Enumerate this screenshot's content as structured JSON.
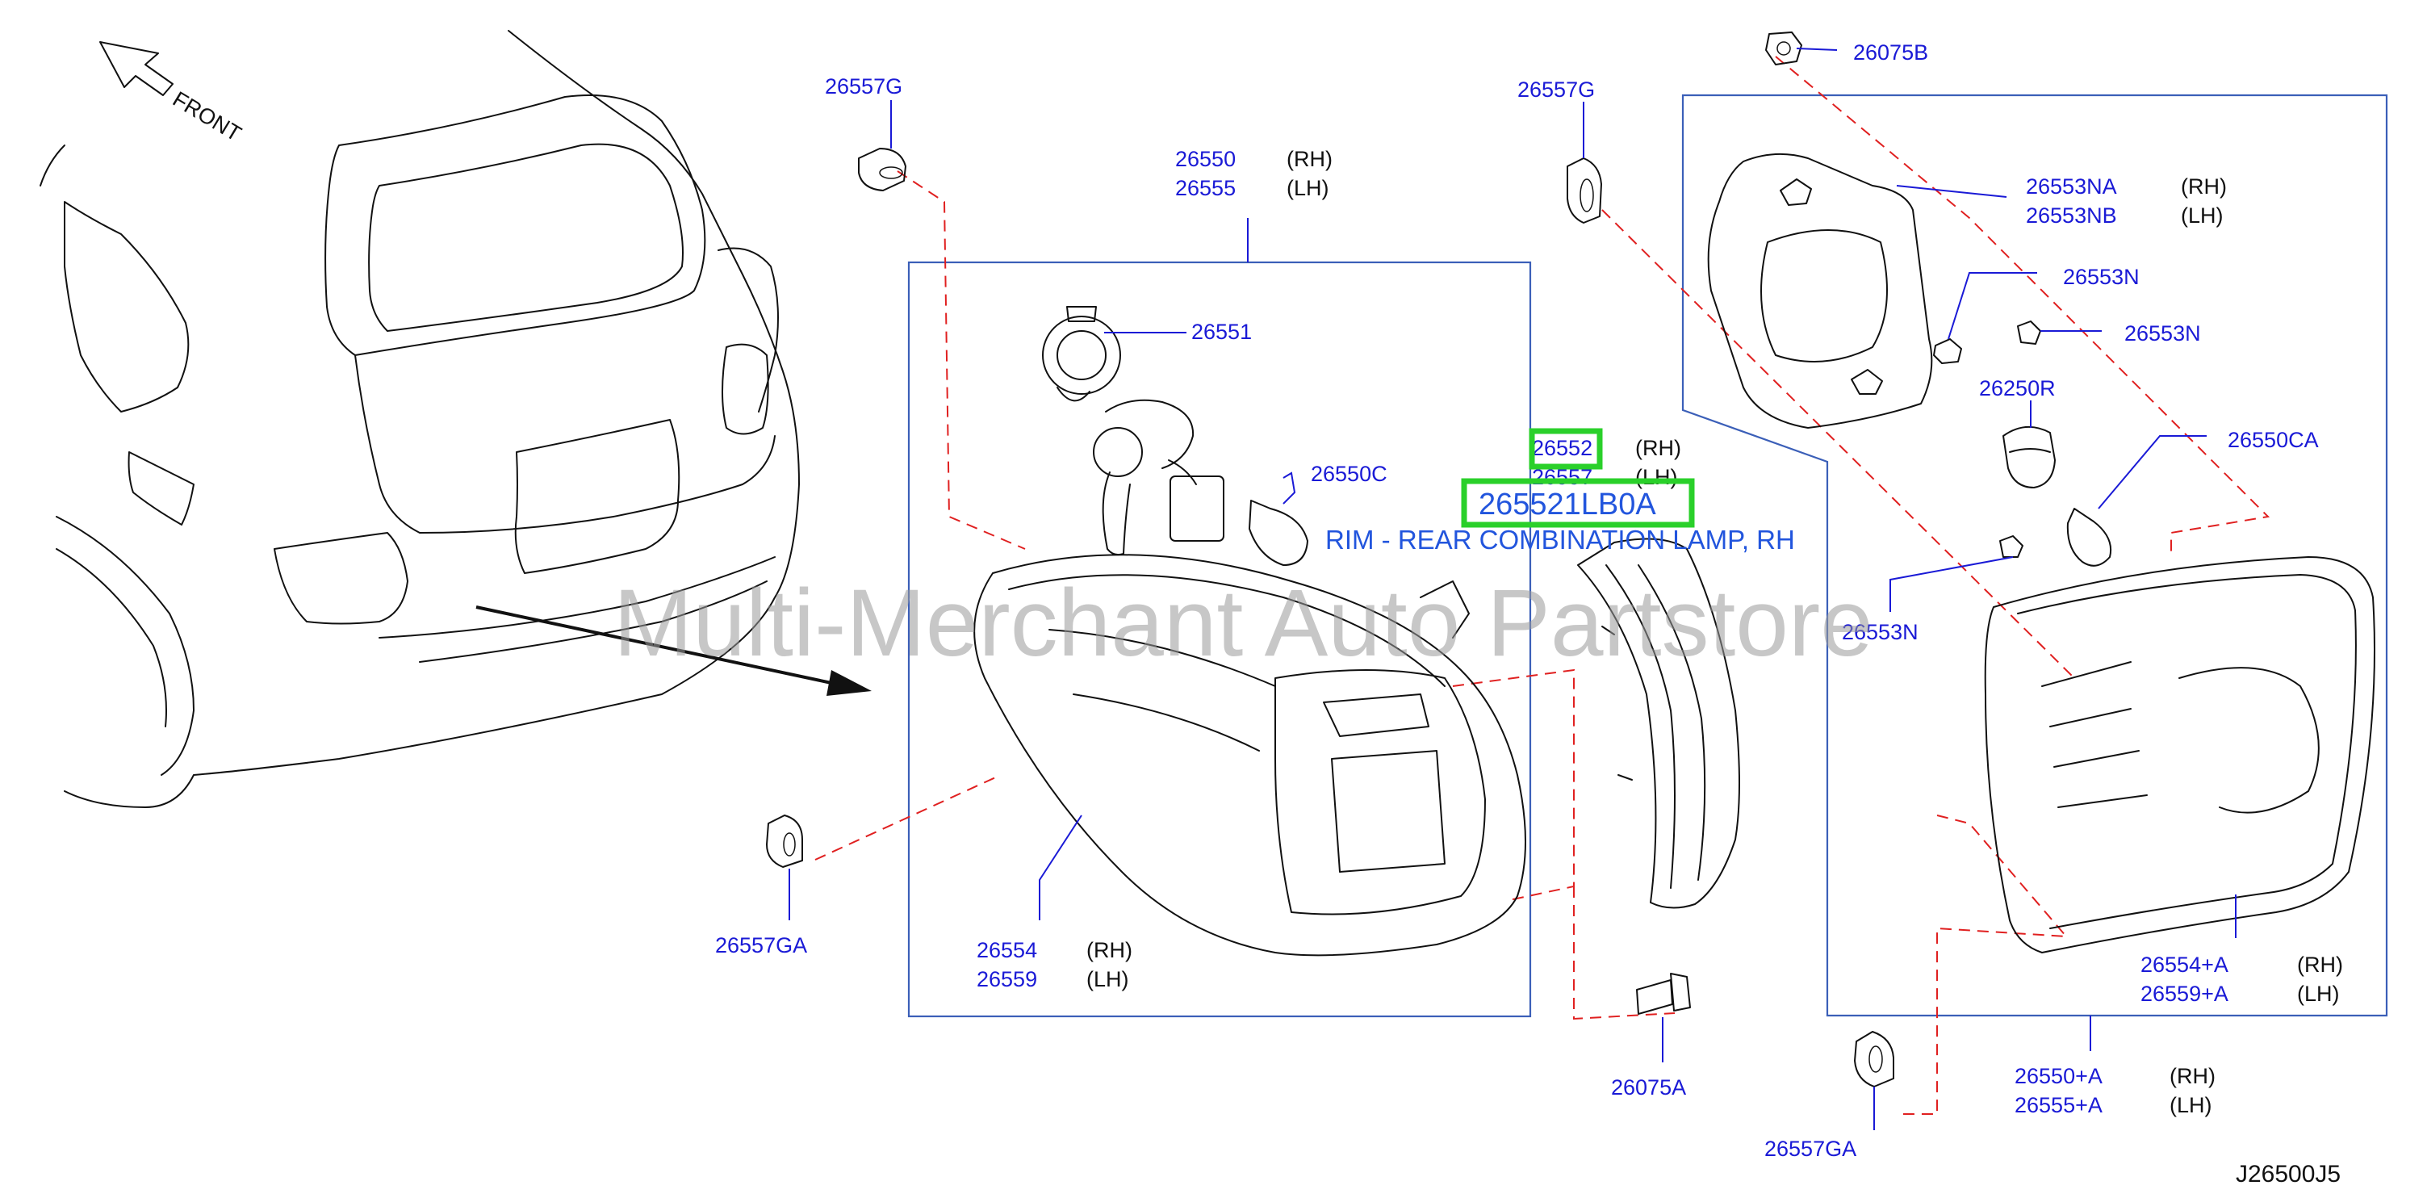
{
  "watermark": "Multi-Merchant Auto Partstore",
  "front_label": "FRONT",
  "diagram_code": "J26500J5",
  "highlight": {
    "part_number": "265521LB0A",
    "description": "RIM - REAR COMBINATION LAMP, RH"
  },
  "callouts": {
    "c26557G_left": "26557G",
    "c26550": "26550",
    "c26550_side": "(RH)",
    "c26555": "26555",
    "c26555_side": "(LH)",
    "c26551": "26551",
    "c26550C": "26550C",
    "c26557G_mid": "26557G",
    "c26552": "26552",
    "c26552_side": "(RH)",
    "c26557": "26557",
    "c26557_side": "(LH)",
    "c26557GA_left": "26557GA",
    "c26554": "26554",
    "c26554_side": "(RH)",
    "c26559": "26559",
    "c26559_side": "(LH)",
    "c26075A": "26075A",
    "c26075B": "26075B",
    "c26553NA": "26553NA",
    "c26553NA_side": "(RH)",
    "c26553NB": "26553NB",
    "c26553NB_side": "(LH)",
    "c26553N_a": "26553N",
    "c26553N_b": "26553N",
    "c26553N_c": "26553N",
    "c26250R": "26250R",
    "c26550CA": "26550CA",
    "c26554A": "26554+A",
    "c26554A_side": "(RH)",
    "c26559A": "26559+A",
    "c26559A_side": "(LH)",
    "c26550A": "26550+A",
    "c26550A_side": "(RH)",
    "c26555A": "26555+A",
    "c26555A_side": "(LH)",
    "c26557GA_right": "26557GA"
  },
  "colors": {
    "callout_text": "#1a1ad6",
    "frame": "#3b5fb8",
    "dash": "#e02020",
    "highlight": "#2ad02a",
    "description": "#2255dd"
  }
}
